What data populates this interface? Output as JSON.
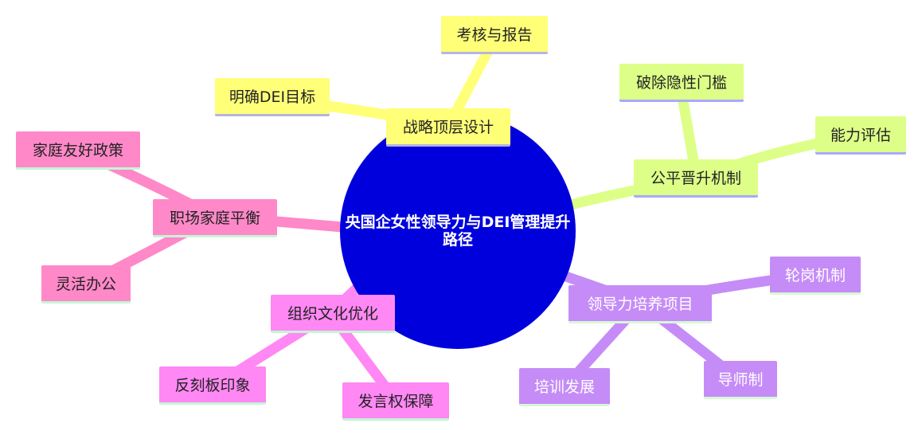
{
  "root": {
    "title": "央国企女性领导力与DEI管理提升路径"
  },
  "branches": {
    "strategy": {
      "label": "战略顶层设计",
      "children": [
        "考核与报告",
        "明确DEI目标"
      ],
      "color": "#ffff78"
    },
    "promotion": {
      "label": "公平晋升机制",
      "children": [
        "破除隐性门槛",
        "能力评估"
      ],
      "color": "#ddff88"
    },
    "leadership": {
      "label": "领导力培养项目",
      "children": [
        "轮岗机制",
        "导师制",
        "培训发展"
      ],
      "color": "#c58cf7"
    },
    "culture": {
      "label": "组织文化优化",
      "children": [
        "发言权保障",
        "反刻板印象"
      ],
      "color": "#ff88f4"
    },
    "balance": {
      "label": "职场家庭平衡",
      "children": [
        "家庭友好政策",
        "灵活办公"
      ],
      "color": "#ff88c8"
    }
  },
  "colors": {
    "root": "#0000dd"
  }
}
